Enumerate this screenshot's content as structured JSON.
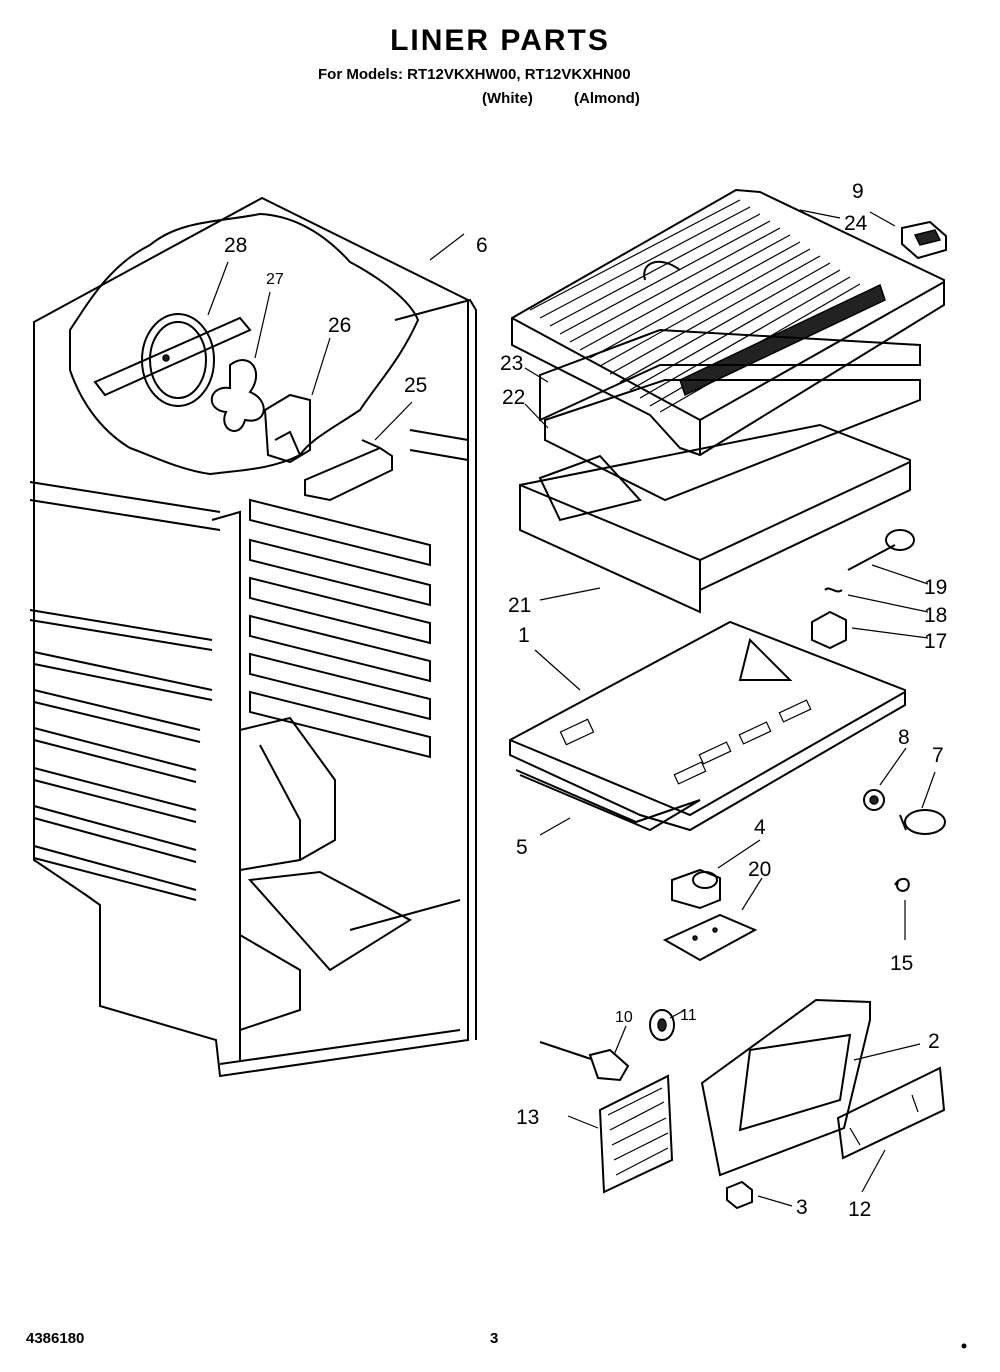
{
  "header": {
    "title": "LINER PARTS",
    "models_line": "For Models: RT12VKXHW00, RT12VKXHN00",
    "color_white": "(White)",
    "color_almond": "(Almond)"
  },
  "footer": {
    "part_number": "4386180",
    "page_number": "3"
  },
  "callouts": [
    {
      "id": "c1",
      "label": "1"
    },
    {
      "id": "c2",
      "label": "2"
    },
    {
      "id": "c3",
      "label": "3"
    },
    {
      "id": "c4",
      "label": "4"
    },
    {
      "id": "c5",
      "label": "5"
    },
    {
      "id": "c6",
      "label": "6"
    },
    {
      "id": "c7",
      "label": "7"
    },
    {
      "id": "c8",
      "label": "8"
    },
    {
      "id": "c9",
      "label": "9"
    },
    {
      "id": "c10",
      "label": "10"
    },
    {
      "id": "c11",
      "label": "11"
    },
    {
      "id": "c12",
      "label": "12"
    },
    {
      "id": "c13",
      "label": "13"
    },
    {
      "id": "c15",
      "label": "15"
    },
    {
      "id": "c17",
      "label": "17"
    },
    {
      "id": "c18",
      "label": "18"
    },
    {
      "id": "c19",
      "label": "19"
    },
    {
      "id": "c20",
      "label": "20"
    },
    {
      "id": "c21",
      "label": "21"
    },
    {
      "id": "c22",
      "label": "22"
    },
    {
      "id": "c23",
      "label": "23"
    },
    {
      "id": "c24",
      "label": "24"
    },
    {
      "id": "c25",
      "label": "25"
    },
    {
      "id": "c26",
      "label": "26"
    },
    {
      "id": "c27",
      "label": "27"
    },
    {
      "id": "c28",
      "label": "28"
    }
  ]
}
